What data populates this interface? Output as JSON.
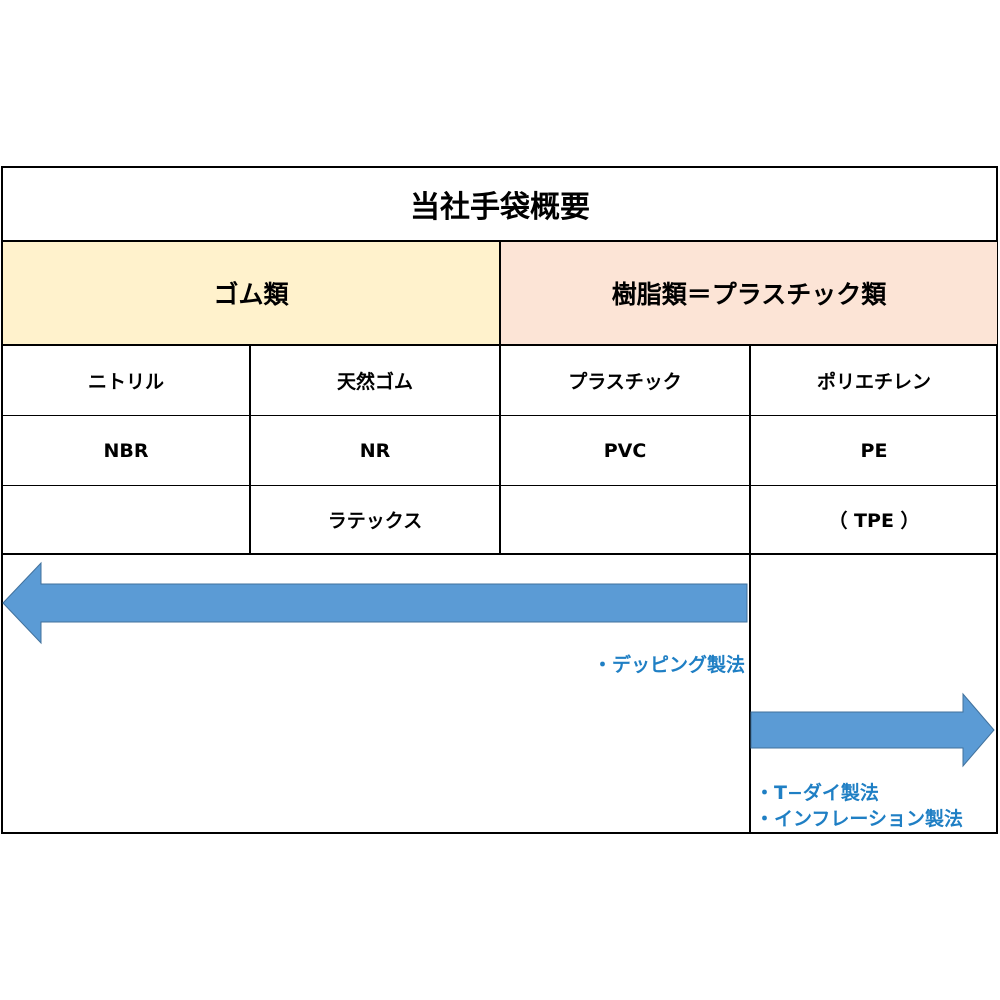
{
  "title": "当社手袋概要",
  "categories": {
    "rubber": {
      "label": "ゴム類",
      "color": "#fff2cc"
    },
    "resin": {
      "label": "樹脂類＝プラスチック類",
      "color": "#fce4d6"
    }
  },
  "columns": [
    {
      "name": "ニトリル",
      "code": "NBR",
      "extra": ""
    },
    {
      "name": "天然ゴム",
      "code": "NR",
      "extra": "ラテックス"
    },
    {
      "name": "プラスチック",
      "code": "PVC",
      "extra": ""
    },
    {
      "name": "ポリエチレン",
      "code": "PE",
      "extra": "（ TPE ）"
    }
  ],
  "methods": {
    "dipping": "・デッピング製法",
    "t_die": "・T−ダイ製法",
    "inflation": "・インフレーション製法"
  },
  "colors": {
    "arrow_fill": "#5b9bd5",
    "arrow_stroke": "#41719c",
    "method_text": "#1f7fc4"
  }
}
